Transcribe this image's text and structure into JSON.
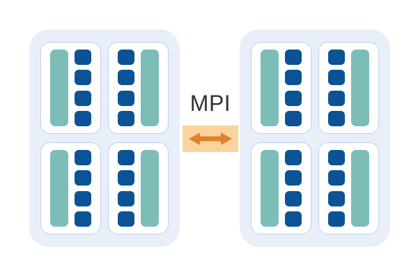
{
  "diagram": {
    "title": "MPI",
    "background_color": "#ffffff",
    "link": {
      "label": "MPI",
      "band_color": "#fad49c",
      "arrow_color": "#e0822a",
      "arrow_icon": "double-headed-arrow-icon",
      "label_color": "#333333"
    },
    "palette": {
      "panel": "#e8eff9",
      "card_fill": "#ffffff",
      "card_border": "#c3cee5",
      "memory_bar": "#7dbdb8",
      "core": "#0b5394"
    },
    "clusters": [
      {
        "name": "left-cluster",
        "cards": [
          {
            "name": "node-card-1",
            "orientation": "bar-left",
            "memory_bars": 1,
            "cores": 4
          },
          {
            "name": "node-card-2",
            "orientation": "bar-right",
            "memory_bars": 1,
            "cores": 4
          },
          {
            "name": "node-card-3",
            "orientation": "bar-left",
            "memory_bars": 1,
            "cores": 4
          },
          {
            "name": "node-card-4",
            "orientation": "bar-right",
            "memory_bars": 1,
            "cores": 4
          }
        ]
      },
      {
        "name": "right-cluster",
        "cards": [
          {
            "name": "node-card-1",
            "orientation": "bar-left",
            "memory_bars": 1,
            "cores": 4
          },
          {
            "name": "node-card-2",
            "orientation": "bar-right",
            "memory_bars": 1,
            "cores": 4
          },
          {
            "name": "node-card-3",
            "orientation": "bar-left",
            "memory_bars": 1,
            "cores": 4
          },
          {
            "name": "node-card-4",
            "orientation": "bar-right",
            "memory_bars": 1,
            "cores": 4
          }
        ]
      }
    ]
  }
}
